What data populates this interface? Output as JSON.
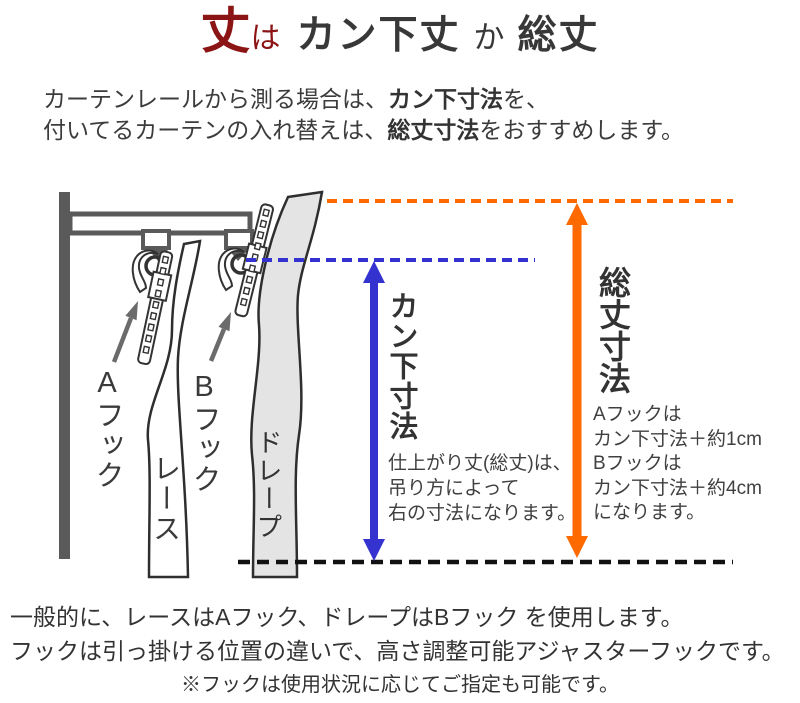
{
  "title": {
    "jou": "丈",
    "wa": "は",
    "part1": "カン下丈",
    "ka": "か",
    "part2": "総丈"
  },
  "intro": {
    "line1_pre": "カーテンレールから測る場合は、",
    "line1_bold": "カン下寸法",
    "line1_post": "を、",
    "line2_pre": "付いてるカーテンの入れ替えは、",
    "line2_bold": "総丈寸法",
    "line2_post": "をおすすめします。"
  },
  "diagram": {
    "labels": {
      "hook_a": "Aフック",
      "lace": "レース",
      "hook_b": "Bフック",
      "drape": "ドレープ",
      "kanshita": "カン下寸法",
      "soutake": "総丈寸法"
    },
    "note_left": "仕上がり丈(総丈)は、\n吊り方によって\n右の寸法になります。",
    "note_right": "Aフックは\nカン下寸法＋約1cm\nBフックは\nカン下寸法＋約4cm\nになります。",
    "colors": {
      "title_accent": "#8b1414",
      "kanshita_arrow": "#3533cf",
      "soutake_arrow": "#ff6a00",
      "baseline": "#111111",
      "rail": "#5a5a5a",
      "outline": "#2e2e2e",
      "drape_fill": "#e4e4e4",
      "pointer": "#6b6b6b"
    }
  },
  "footer": {
    "line1": "一般的に、レースはAフック、ドレープはBフック を使用します。",
    "line2": "フックは引っ掛ける位置の違いで、高さ調整可能アジャスターフックです。",
    "line3": "※フックは使用状況に応じてご指定も可能です。"
  }
}
